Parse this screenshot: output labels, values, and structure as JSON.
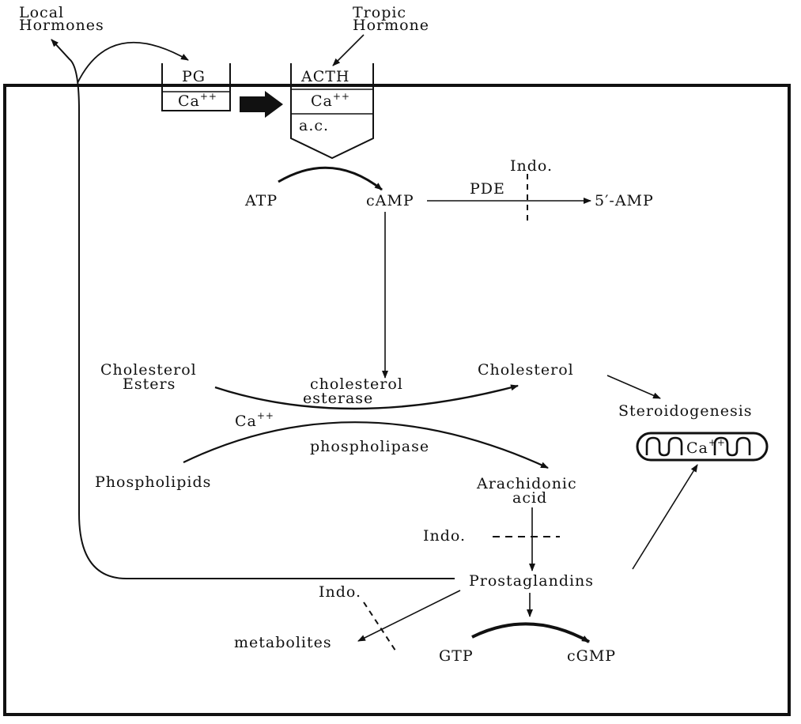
{
  "labels": {
    "local_hormones": [
      "Local",
      "Hormones"
    ],
    "tropic_hormone": [
      "Tropic",
      "Hormone"
    ],
    "pg": "PG",
    "pg_ca": "Ca",
    "acth": "ACTH",
    "acth_ca": "Ca",
    "ac": "a.c.",
    "ca_sup": "++",
    "atp": "ATP",
    "camp": "cAMP",
    "pde": "PDE",
    "indo_pde": "Indo.",
    "five_amp": "5′-AMP",
    "cholesterol_esters": [
      "Cholesterol",
      "Esters"
    ],
    "cholesterol_esterase": [
      "cholesterol",
      "esterase"
    ],
    "cholesterol": "Cholesterol",
    "steroidogenesis": "Steroidogenesis",
    "mito_ca": "Ca",
    "ca_phospholipase": "Ca",
    "phospholipase": "phospholipase",
    "phospholipids": "Phospholipids",
    "arachidonic_acid": [
      "Arachidonic",
      "acid"
    ],
    "indo_arachidonic": "Indo.",
    "prostaglandins": "Prostaglandins",
    "indo_metabolites": "Indo.",
    "metabolites": "metabolites",
    "gtp": "GTP",
    "cgmp": "cGMP"
  }
}
